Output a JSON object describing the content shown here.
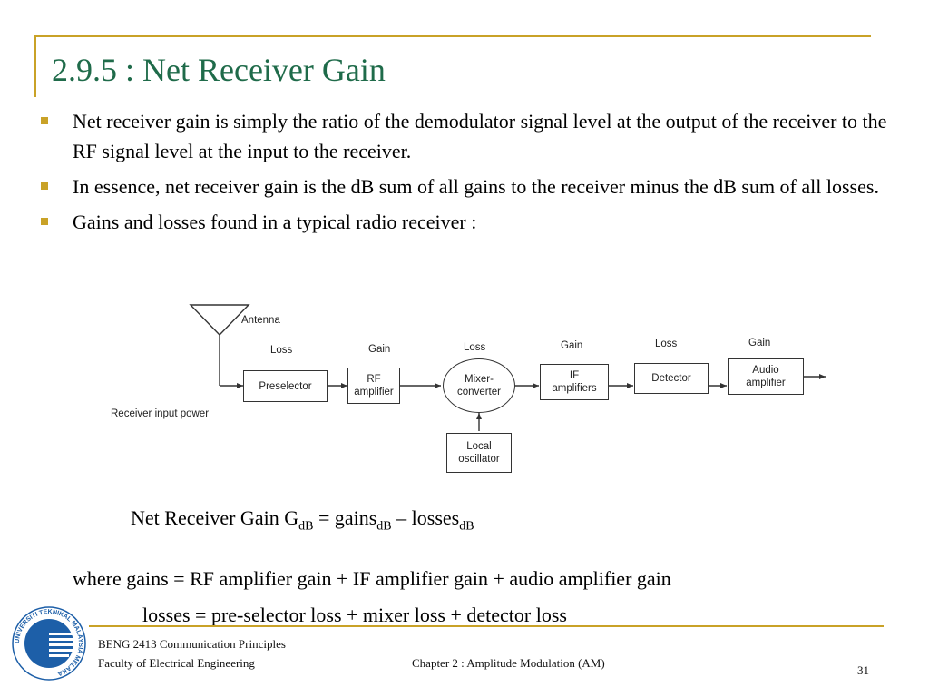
{
  "slide": {
    "title": "2.9.5 : Net Receiver Gain",
    "bullets": [
      "Net receiver gain is simply the ratio of the demodulator signal level at the output of the receiver to the RF signal level at the input to the receiver.",
      "In essence, net receiver gain is the dB sum of all gains to the receiver minus the dB sum of all losses.",
      "Gains and losses found in a typical radio receiver :"
    ]
  },
  "diagram": {
    "antenna_label": "Antenna",
    "input_label": "Receiver input power",
    "blocks": [
      {
        "name": "Preselector",
        "tag": "Loss"
      },
      {
        "name": "RF\namplifier",
        "tag": "Gain"
      },
      {
        "name": "Mixer-\nconverter",
        "tag": "Loss"
      },
      {
        "name": "IF\namplifiers",
        "tag": "Gain"
      },
      {
        "name": "Detector",
        "tag": "Loss"
      },
      {
        "name": "Audio\namplifier",
        "tag": "Gain"
      }
    ],
    "oscillator_label": "Local\noscillator"
  },
  "formula": {
    "prefix": "Net Receiver Gain G",
    "sub1": "dB",
    "middle": " = gains",
    "sub2": "dB",
    "dash": " – losses",
    "sub3": "dB"
  },
  "where": {
    "line1": "where gains = RF amplifier gain + IF amplifier gain + audio amplifier gain",
    "line2": "losses = pre-selector loss + mixer loss + detector loss"
  },
  "footer": {
    "logo_text": "UNIVERSITI TEKNIKAL MALAYSIA MELAKA",
    "course": "BENG 2413 Communication Principles",
    "faculty": "Faculty of Electrical Engineering",
    "chapter": "Chapter 2 : Amplitude Modulation (AM)",
    "page_number": "31"
  },
  "colors": {
    "accent_gold": "#c9a227",
    "title_green": "#1f6b4a",
    "logo_blue": "#1d5fa8"
  }
}
